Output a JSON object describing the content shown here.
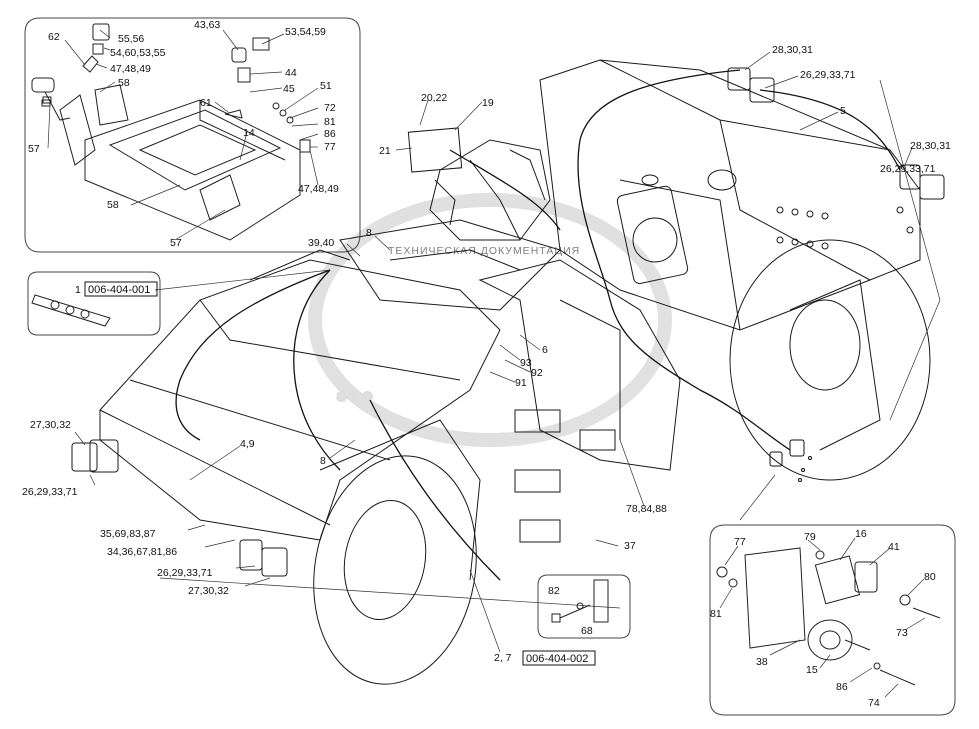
{
  "watermark": {
    "logo_text": "STO",
    "ring_text": "ТЕХНИЧЕСКАЯ ДОКУМЕНТАЦИЯ",
    "color": "#c8c8c8"
  },
  "refs": {
    "r_62": "62",
    "r_55_56": "55,56",
    "r_54_60_53_55": "54,60,53,55",
    "r_47_48_49_top": "47,48,49",
    "r_58_top": "58",
    "r_57_top": "57",
    "r_43_63": "43,63",
    "r_53_54_59": "53,54,59",
    "r_44": "44",
    "r_45": "45",
    "r_61": "61",
    "r_14": "14",
    "r_51": "51",
    "r_72": "72",
    "r_81_top": "81",
    "r_86_top": "86",
    "r_77_top": "77",
    "r_47_48_49_mid": "47,48,49",
    "r_58_bottom": "58",
    "r_57_bottom": "57",
    "r_20_22": "20,22",
    "r_19": "19",
    "r_21": "21",
    "r_28_30_31_top": "28,30,31",
    "r_26_29_33_71_top": "26,29,33,71",
    "r_5": "5",
    "r_28_30_31_right": "28,30,31",
    "r_26_29_33_71_right": "26,29,33,71",
    "r_39_40": "39,40",
    "r_8_top": "8",
    "r_1": "1",
    "r_6": "6",
    "r_93": "93",
    "r_92": "92",
    "r_91": "91",
    "r_27_30_32_left": "27,30,32",
    "r_4_9": "4,9",
    "r_8_mid": "8",
    "r_26_29_33_71_left": "26,29,33,71",
    "r_35_69_83_87": "35,69,83,87",
    "r_34_36_67_81_86": "34,36,67,81,86",
    "r_26_29_33_71_bottom": "26,29,33,71",
    "r_27_30_32_bottom": "27,30,32",
    "r_78_84_88": "78,84,88",
    "r_37": "37",
    "r_82": "82",
    "r_68": "68",
    "r_2_7": "2, 7",
    "r_77_inset": "77",
    "r_79": "79",
    "r_16": "16",
    "r_41": "41",
    "r_80": "80",
    "r_81_inset": "81",
    "r_73": "73",
    "r_38": "38",
    "r_15": "15",
    "r_86_inset": "86",
    "r_74": "74"
  },
  "sheet_refs": {
    "s_1": "006-404-001",
    "s_2": "006-404-002"
  }
}
